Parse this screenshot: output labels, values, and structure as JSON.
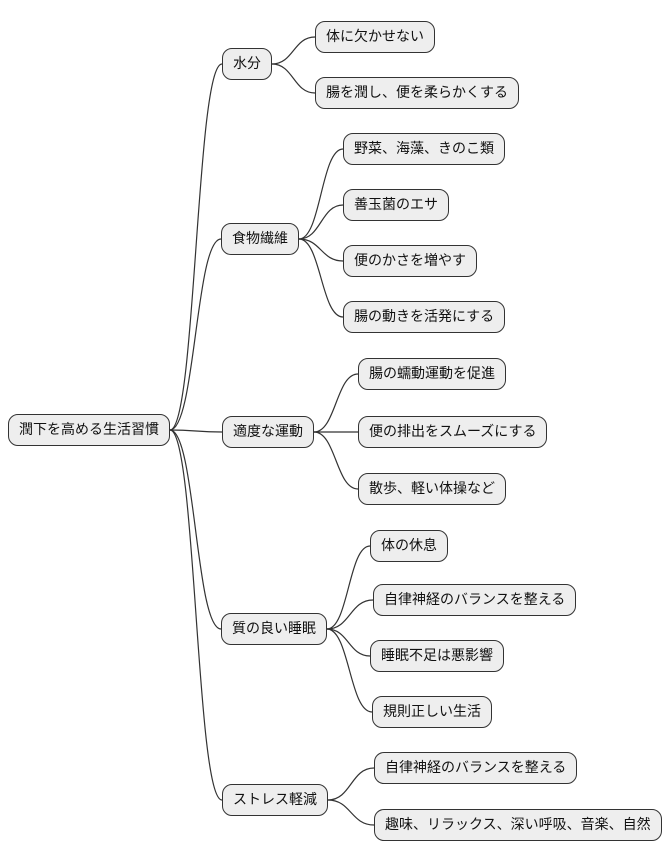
{
  "root": {
    "label": "潤下を高める生活習慣"
  },
  "branches": [
    {
      "label": "水分",
      "children": [
        "体に欠かせない",
        "腸を潤し、便を柔らかくする"
      ]
    },
    {
      "label": "食物繊維",
      "children": [
        "野菜、海藻、きのこ類",
        "善玉菌のエサ",
        "便のかさを増やす",
        "腸の動きを活発にする"
      ]
    },
    {
      "label": "適度な運動",
      "children": [
        "腸の蠕動運動を促進",
        "便の排出をスムーズにする",
        "散歩、軽い体操など"
      ]
    },
    {
      "label": "質の良い睡眠",
      "children": [
        "体の休息",
        "自律神経のバランスを整える",
        "睡眠不足は悪影響",
        "規則正しい生活"
      ]
    },
    {
      "label": "ストレス軽減",
      "children": [
        "自律神経のバランスを整える",
        "趣味、リラックス、深い呼吸、音楽、自然"
      ]
    }
  ],
  "colors": {
    "node_fill": "#eeeeee",
    "node_border": "#333333",
    "edge": "#333333",
    "background": "#ffffff",
    "text": "#111111"
  }
}
